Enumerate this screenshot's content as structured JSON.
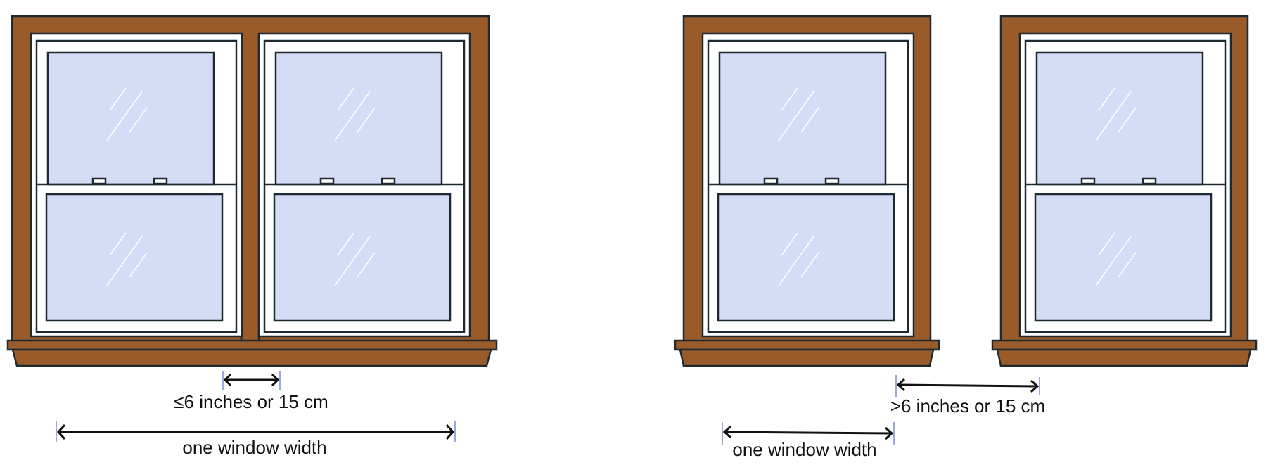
{
  "colors": {
    "wood": "#9a5b2a",
    "glass": "#d5ddf6",
    "outline": "#1f2a30",
    "tick": "#9aa7e0"
  },
  "left_example": {
    "gap_label": "≤6 inches or 15 cm",
    "width_label": "one window width"
  },
  "right_example": {
    "gap_label": ">6 inches or 15 cm",
    "width_label": "one window width"
  }
}
